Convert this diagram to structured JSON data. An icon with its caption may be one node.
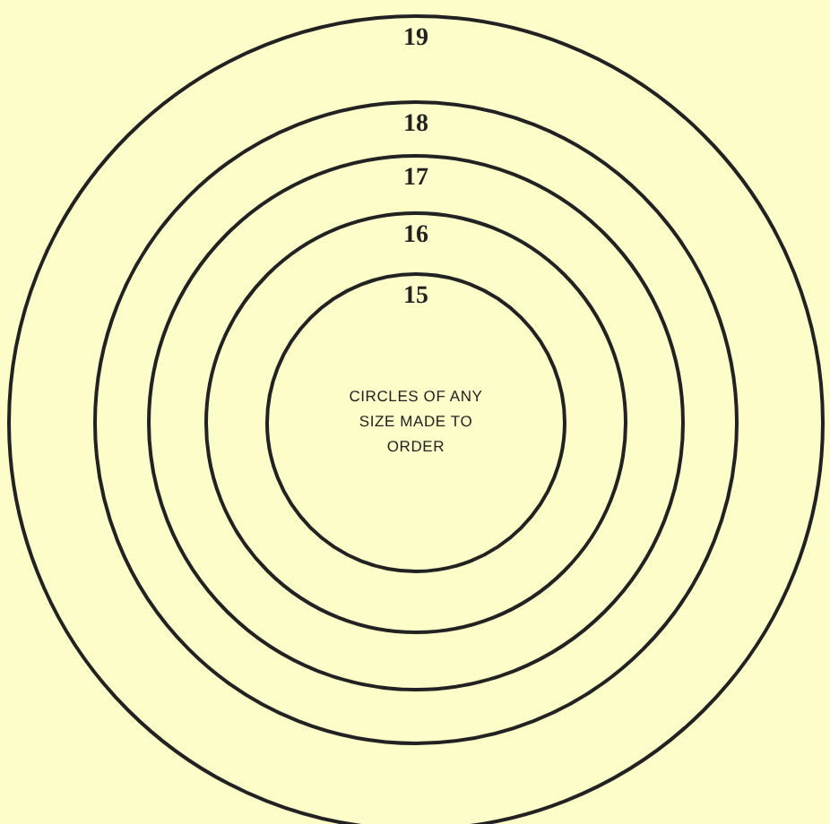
{
  "diagram": {
    "nodes": [
      {
        "text": [
          "19"
        ]
      },
      {
        "text": [
          "18"
        ],
        "in": 0
      },
      {
        "text": [
          "17"
        ],
        "in": 1
      },
      {
        "text": [
          "16"
        ],
        "in": 2
      },
      {
        "text": [
          "15",
          "CIRCLES OF ANY SIZE MADE TO ORDER"
        ],
        "in": 3
      }
    ]
  }
}
